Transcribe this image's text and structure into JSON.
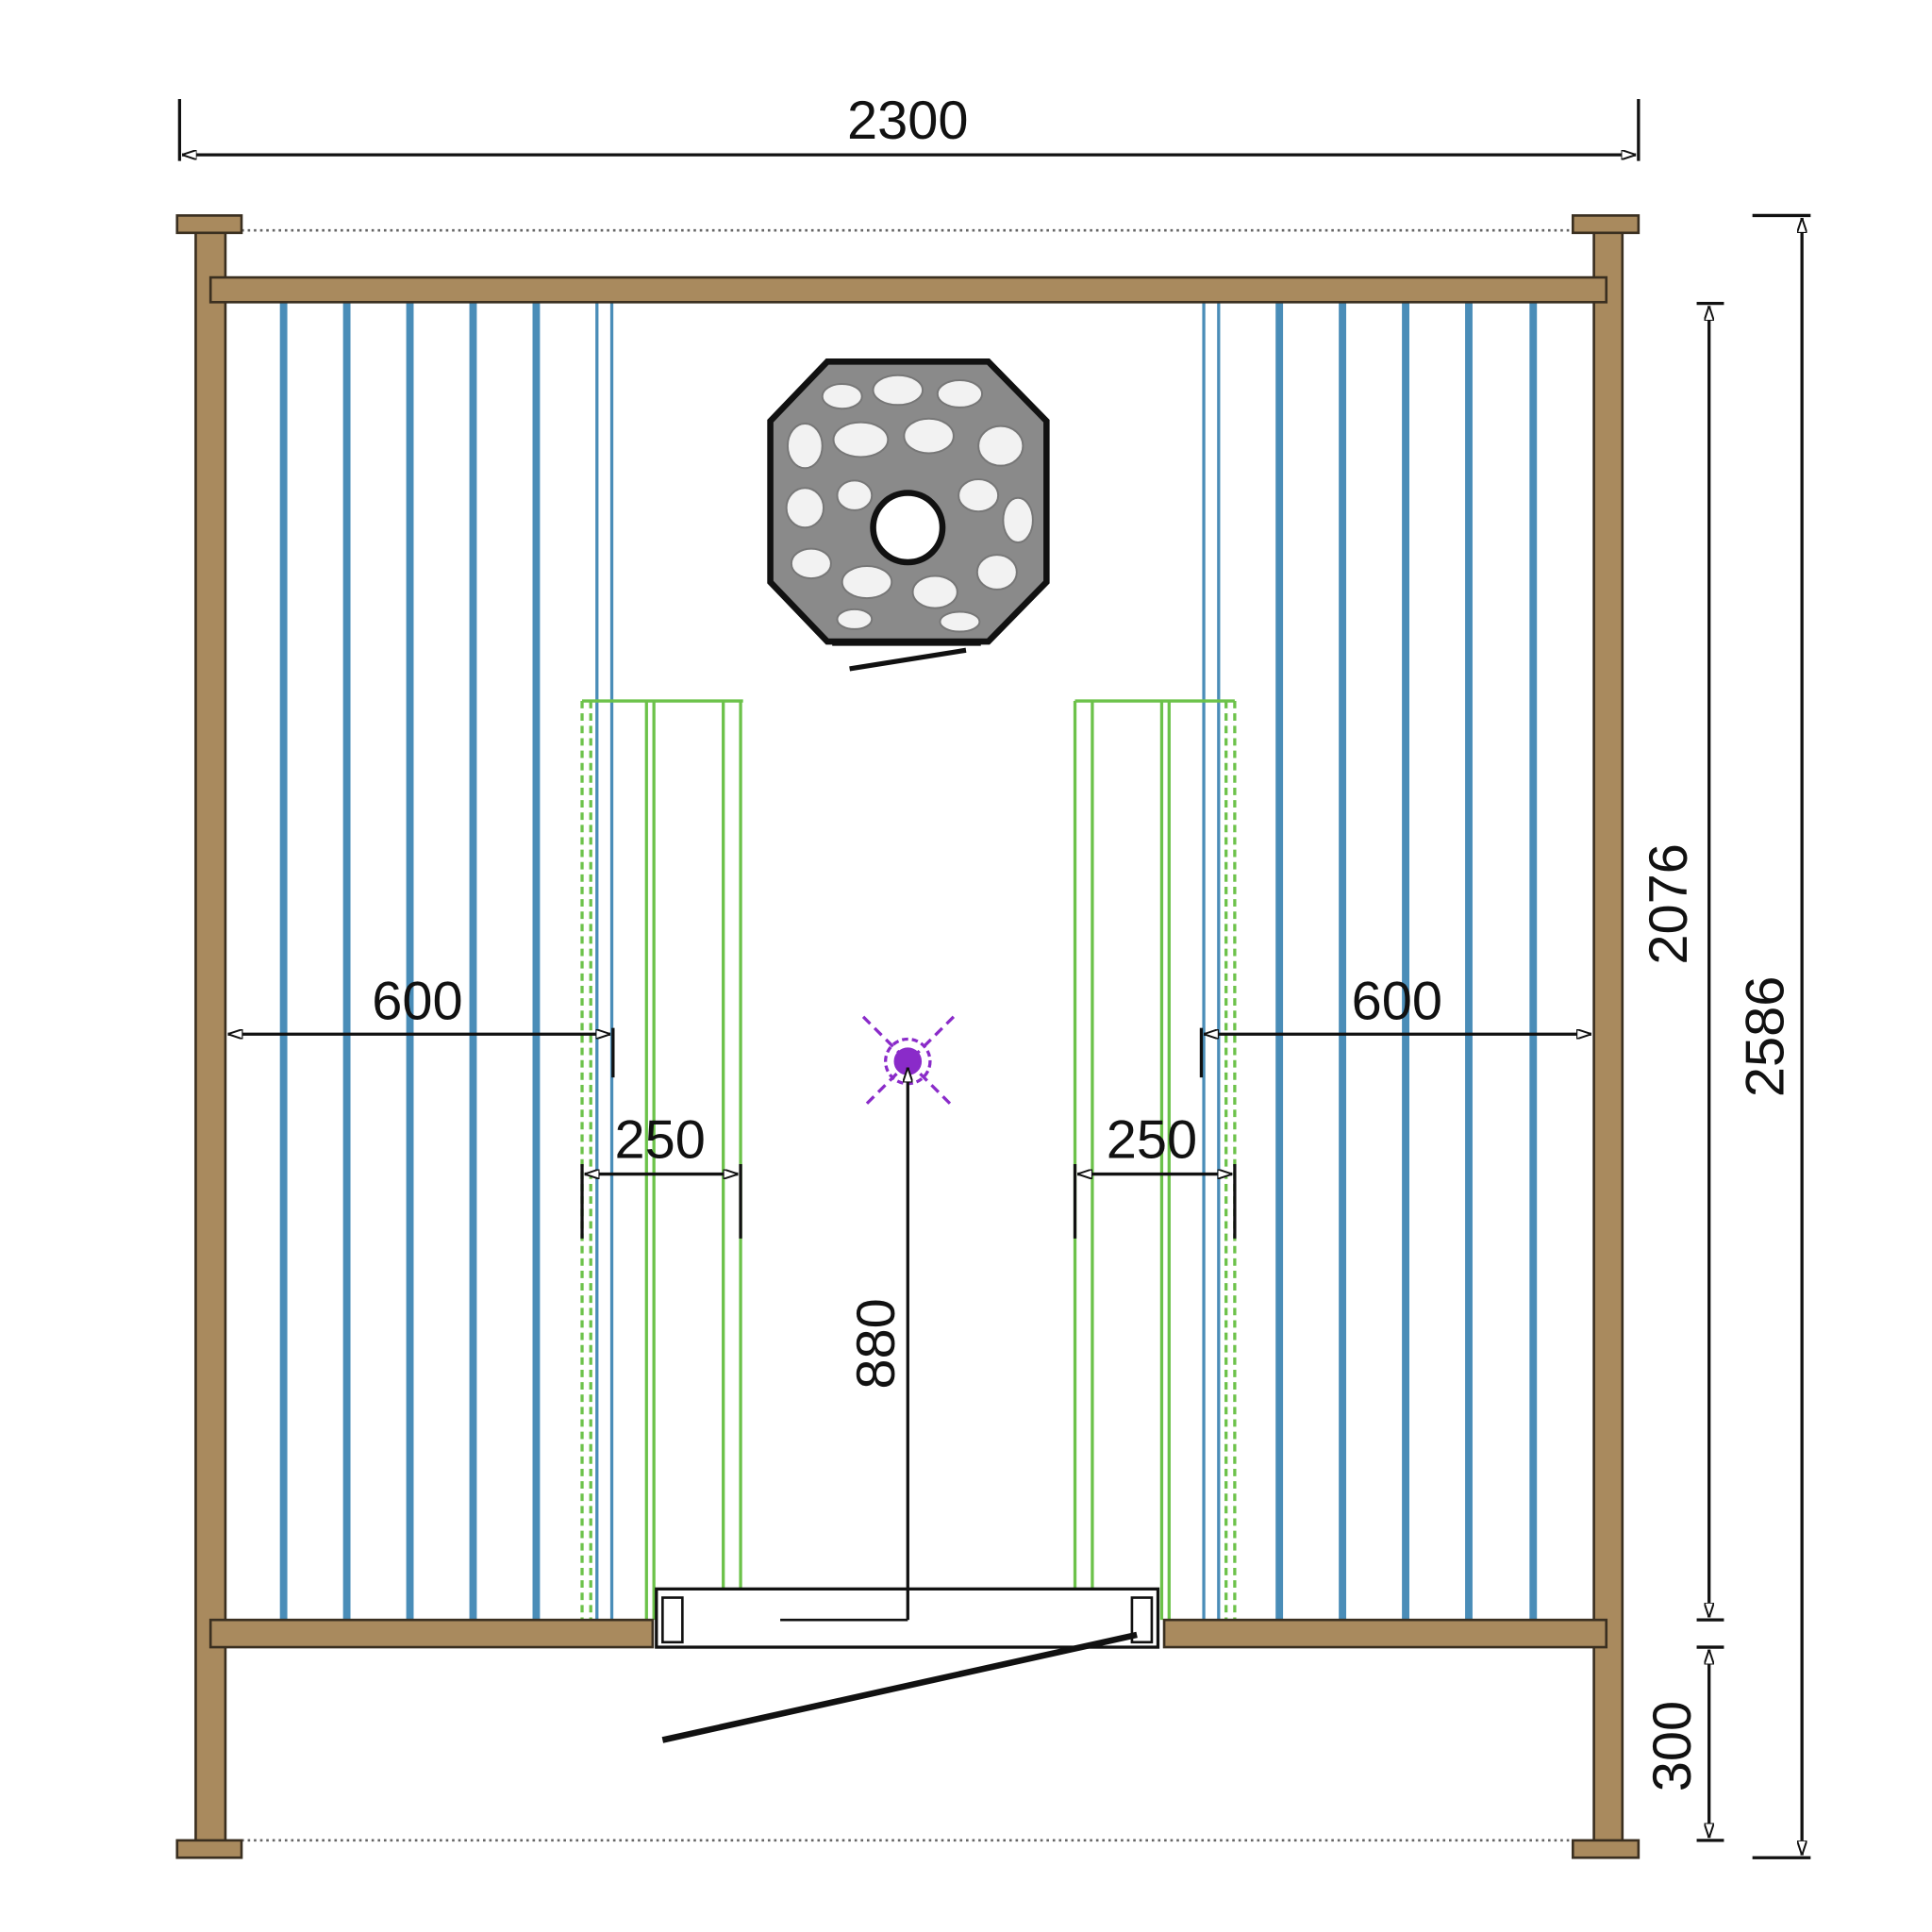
{
  "colors": {
    "wood": "#a98a5e",
    "slat_blue": "#4a8db8",
    "bench_green": "#6cc24a",
    "marker_purple": "#8a2bc9"
  },
  "dimensions": {
    "total_width": "2300",
    "total_depth": "2586",
    "inner_depth": "2076",
    "porch_depth": "300",
    "left_bench_width": "600",
    "right_bench_width": "600",
    "left_step_width": "250",
    "right_step_width": "250",
    "light_distance": "880"
  },
  "icons": {
    "heater": "sauna-stove-icon",
    "light": "light-fixture-icon"
  }
}
